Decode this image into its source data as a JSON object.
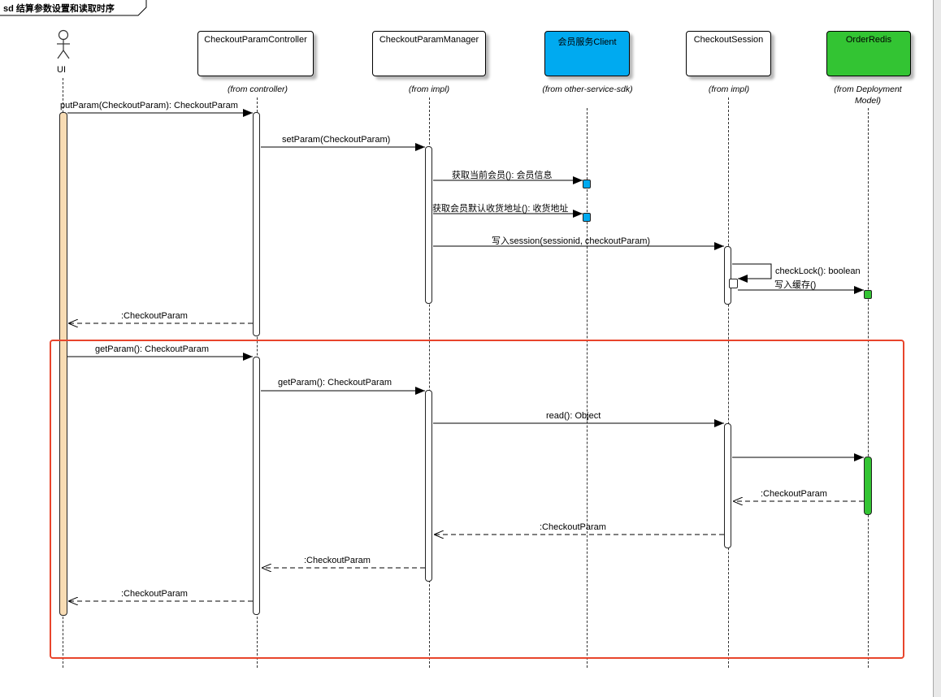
{
  "frame": {
    "label": "sd 结算参数设置和读取时序"
  },
  "actor": {
    "label": "UI"
  },
  "participants": [
    {
      "id": "controller",
      "name": "CheckoutParamController",
      "stereotype": "(from controller)",
      "color": "#ffffff"
    },
    {
      "id": "manager",
      "name": "CheckoutParamManager",
      "stereotype": "(from impl)",
      "color": "#ffffff"
    },
    {
      "id": "member",
      "name": "会员服务Client",
      "stereotype": "(from other-service-sdk)",
      "color": "#00aaf0"
    },
    {
      "id": "session",
      "name": "CheckoutSession",
      "stereotype": "(from impl)",
      "color": "#ffffff"
    },
    {
      "id": "redis",
      "name": "OrderRedis",
      "stereotype": "(from Deployment Model)",
      "color": "#33c433"
    }
  ],
  "messages": [
    {
      "id": "m1",
      "label": "putParam(CheckoutParam): CheckoutParam"
    },
    {
      "id": "m2",
      "label": "setParam(CheckoutParam)"
    },
    {
      "id": "m3",
      "label": "获取当前会员(): 会员信息"
    },
    {
      "id": "m4",
      "label": "获取会员默认收货地址(): 收货地址"
    },
    {
      "id": "m5",
      "label": "写入session(sessionid, checkoutParam)"
    },
    {
      "id": "m6",
      "label": "checkLock(): boolean"
    },
    {
      "id": "m7",
      "label": "写入缓存()"
    },
    {
      "id": "m8",
      "label": ":CheckoutParam"
    },
    {
      "id": "m9",
      "label": "getParam(): CheckoutParam"
    },
    {
      "id": "m10",
      "label": "getParam(): CheckoutParam"
    },
    {
      "id": "m11",
      "label": "read(): Object"
    },
    {
      "id": "m12",
      "label": ""
    },
    {
      "id": "m13",
      "label": ":CheckoutParam"
    },
    {
      "id": "m14",
      "label": ":CheckoutParam"
    },
    {
      "id": "m15",
      "label": ":CheckoutParam"
    },
    {
      "id": "m16",
      "label": ":CheckoutParam"
    }
  ],
  "colors": {
    "ui_activation": "#f8dcb4",
    "member_accent": "#00aaf0",
    "redis_accent": "#33c433",
    "highlight": "#e8452c"
  }
}
